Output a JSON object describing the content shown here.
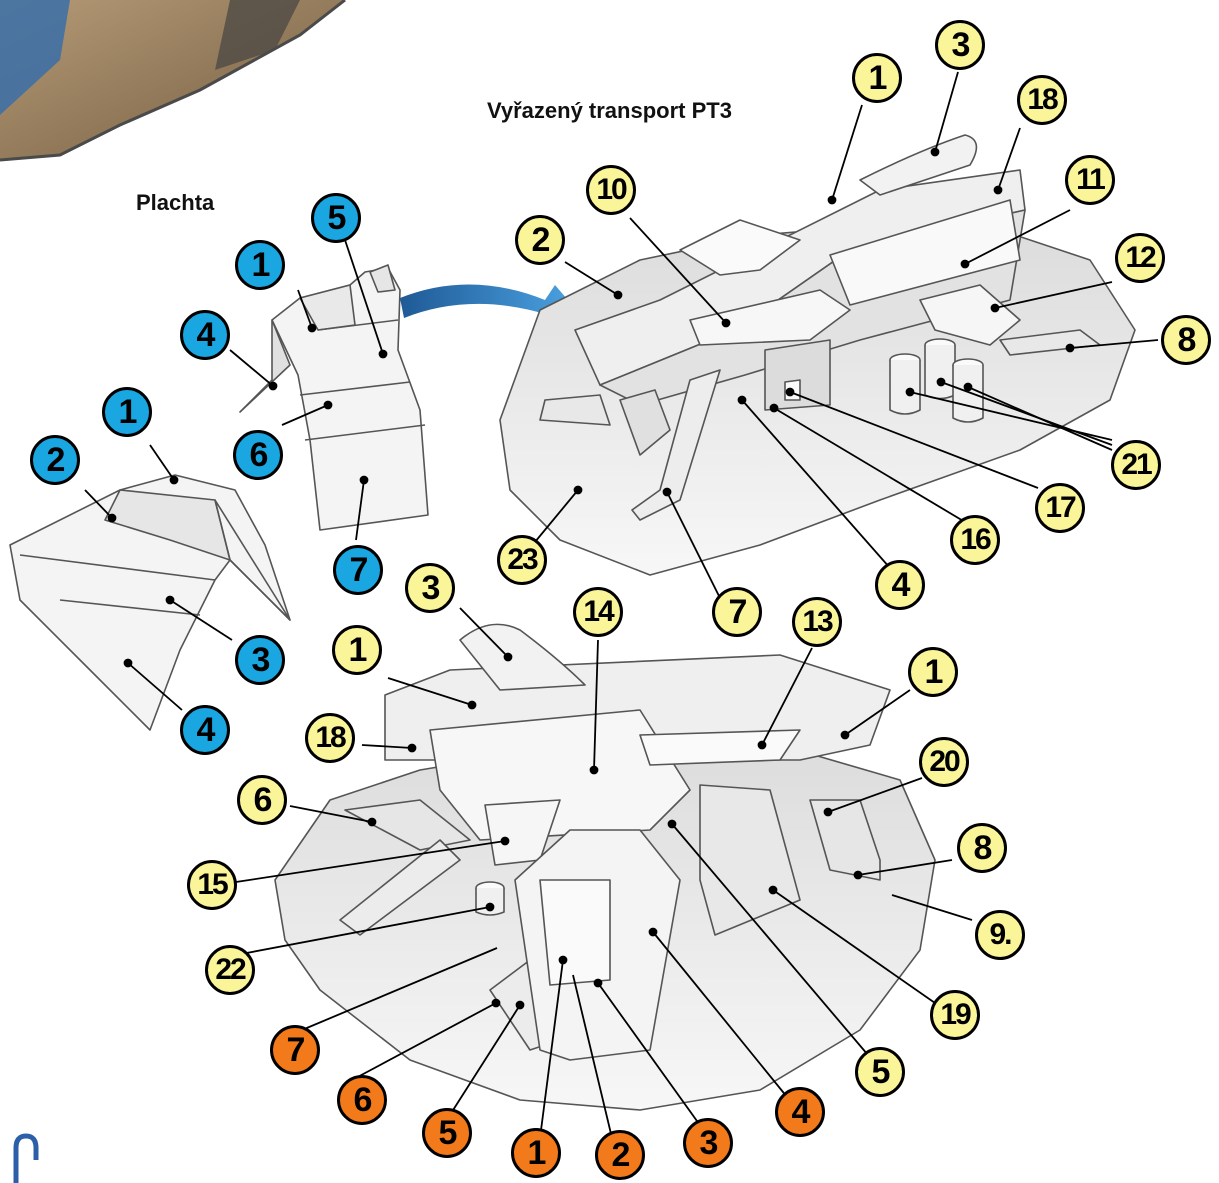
{
  "colors": {
    "blue_callout": "#1aa6e0",
    "yellow_callout": "#fbf59a",
    "orange_callout": "#f27a1a",
    "model_fill": "#f1f1f1",
    "model_stroke": "#555555",
    "arrow": "#2e7fc0"
  },
  "titles": {
    "main": "Vyřazený transport PT3",
    "sail": "Plachta"
  },
  "callouts": {
    "sail": [
      "5",
      "1",
      "4",
      "6",
      "7",
      "1",
      "2",
      "3",
      "4"
    ],
    "transport": [
      "1",
      "3",
      "18",
      "10",
      "11",
      "2",
      "12",
      "8",
      "21",
      "17",
      "16",
      "4",
      "23",
      "7"
    ],
    "bottom": [
      "3",
      "14",
      "13",
      "1",
      "1",
      "18",
      "20",
      "6",
      "8",
      "15",
      "9.",
      "22",
      "19",
      "5"
    ],
    "legs": [
      "7",
      "6",
      "5",
      "1",
      "2",
      "3",
      "4"
    ]
  }
}
